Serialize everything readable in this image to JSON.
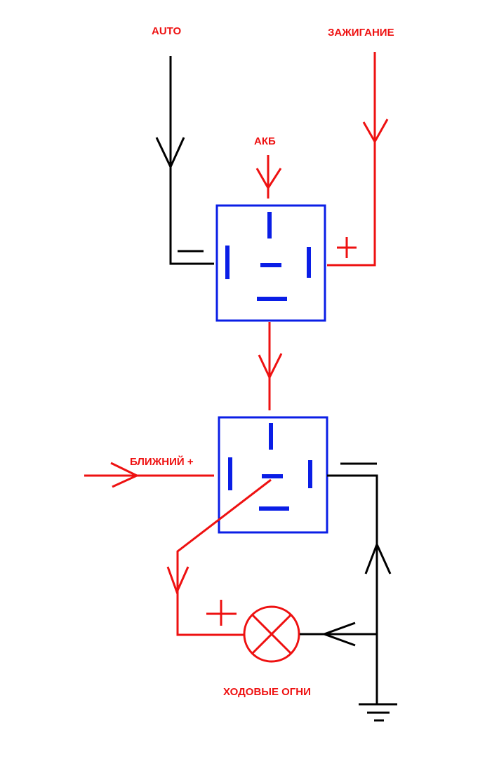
{
  "labels": {
    "auto": "AUTO",
    "ignition": "ЗАЖИГАНИЕ",
    "battery": "АКБ",
    "low_beam": "БЛИЖНИЙ +",
    "drl": "ХОДОВЫЕ ОГНИ",
    "plus_relay1": "+",
    "plus_lamp": "+"
  },
  "colors": {
    "positive_wire": "#ee1111",
    "negative_wire": "#000000",
    "relay_body": "#0a1ee6",
    "label_text": "#ee1111"
  },
  "icons": {
    "lamp": "lamp-icon",
    "ground": "ground-icon"
  }
}
